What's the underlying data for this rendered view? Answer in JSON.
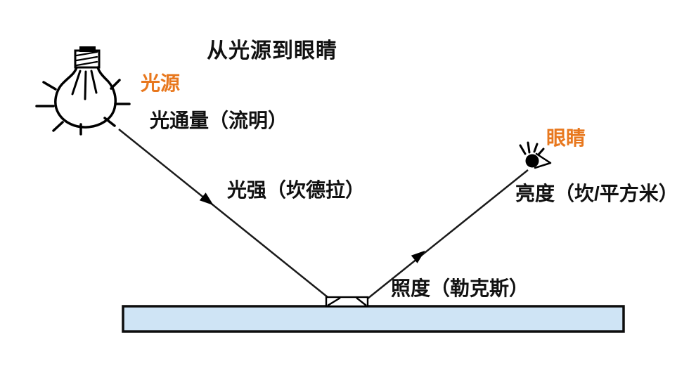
{
  "diagram": {
    "title": "从光源到眼睛",
    "source_label": "光源",
    "flux_label": "光通量（流明）",
    "intensity_label": "光强（坎德拉）",
    "illuminance_label": "照度（勒克斯）",
    "luminance_label": "亮度（坎/平方米）",
    "eye_label": "眼睛",
    "icons": {
      "bulb": "light-bulb-icon",
      "eye": "eye-icon"
    },
    "colors": {
      "accent_orange": "#E8781E",
      "surface_fill": "#CFE4F5",
      "line": "#000000",
      "background": "#FFFFFF"
    }
  }
}
